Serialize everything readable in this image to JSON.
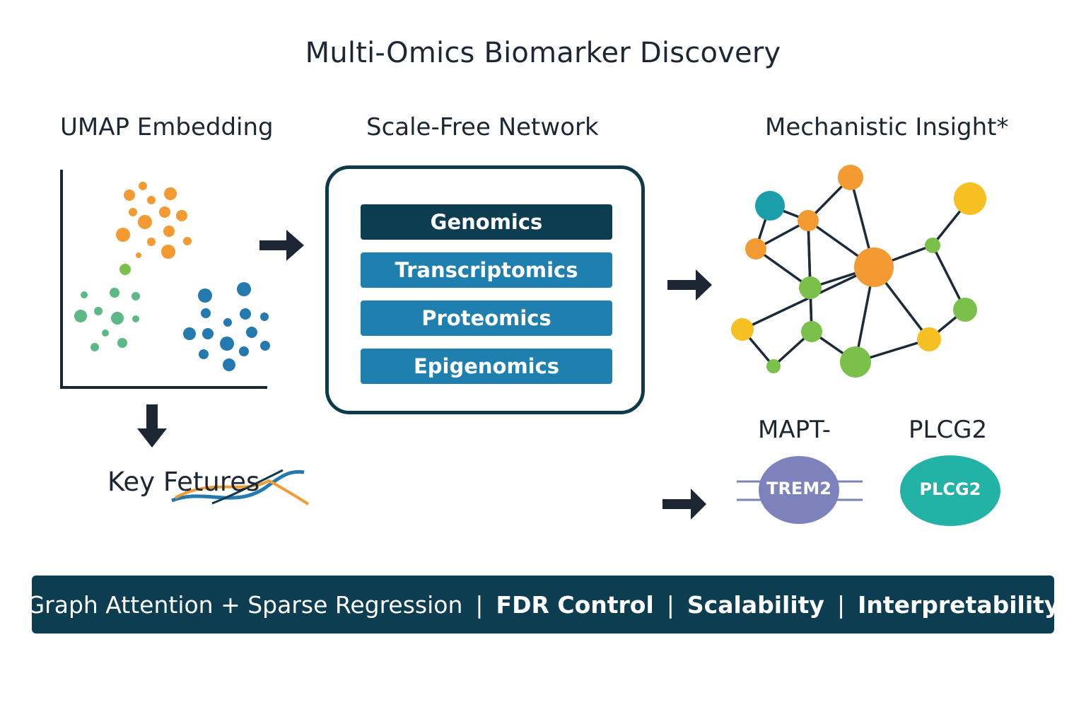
{
  "title": "Multi-Omics Biomarker Discovery",
  "panels": {
    "umap": {
      "title": "UMAP Embedding",
      "features_label": "Key Fetures"
    },
    "network": {
      "title": "Scale-Free Network",
      "layers": [
        "Genomics",
        "Transcriptomics",
        "Proteomics",
        "Epigenomics"
      ]
    },
    "insight": {
      "title": "Mechanistic Insight*",
      "gene_labels": [
        "MAPT-",
        "PLCG2"
      ],
      "nodes": [
        "TREM2",
        "PLCG2"
      ]
    }
  },
  "footer": {
    "items": [
      "Graph Attention + Sparse Regression",
      "FDR Control",
      "Scalability",
      "Interpretability"
    ],
    "separator": "|"
  },
  "colors": {
    "navy": "#0c3d51",
    "blue": "#1f7fae",
    "orange": "#f39a33",
    "green": "#7ac04b",
    "yellow": "#f6bf22",
    "teal": "#1a9eaa",
    "scatter_green": "#5cb985",
    "scatter_blue": "#2479ae",
    "trem2": "#7d82bd",
    "plcg2": "#23b3a6"
  }
}
